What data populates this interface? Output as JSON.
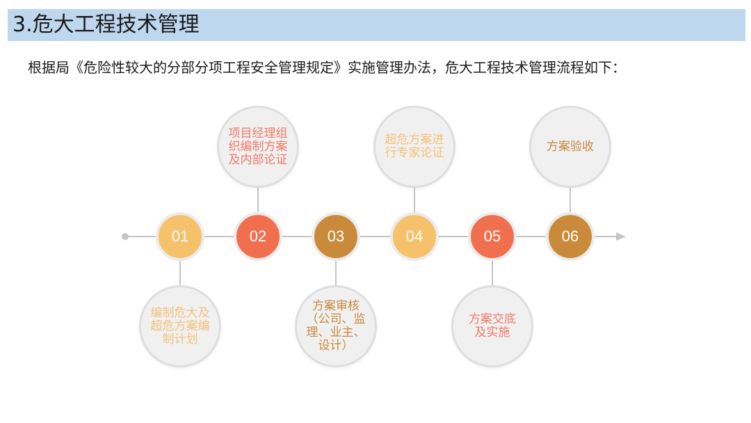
{
  "header": {
    "title": "3.危大工程技术管理"
  },
  "intro": "根据局《危险性较大的分部分项工程安全管理规定》实施管理办法，危大工程技术管理流程如下：",
  "colors": {
    "title_bar": "#bdd7ee",
    "timeline": "#c4c4c4",
    "yellow": "#f5c26b",
    "red": "#f06f4e",
    "brown": "#c98a3a"
  },
  "steps": [
    {
      "num": "01",
      "color": "#f5c26b",
      "label": "编制危大及超危方案编制计划",
      "text_color": "#f3c27a"
    },
    {
      "num": "02",
      "color": "#f06f4e",
      "label": "项目经理组织编制方案及内部论证",
      "text_color": "#ef7a68"
    },
    {
      "num": "03",
      "color": "#c98a3a",
      "label": "方案审核（公司、监理、业主、设计）",
      "text_color": "#c9883e"
    },
    {
      "num": "04",
      "color": "#f5c26b",
      "label": "超危方案进行专家论证",
      "text_color": "#f3c27a"
    },
    {
      "num": "05",
      "color": "#f06f4e",
      "label": "方案交底及实施",
      "text_color": "#ef7a68"
    },
    {
      "num": "06",
      "color": "#c98a3a",
      "label": "方案验收",
      "text_color": "#c9883e"
    }
  ]
}
